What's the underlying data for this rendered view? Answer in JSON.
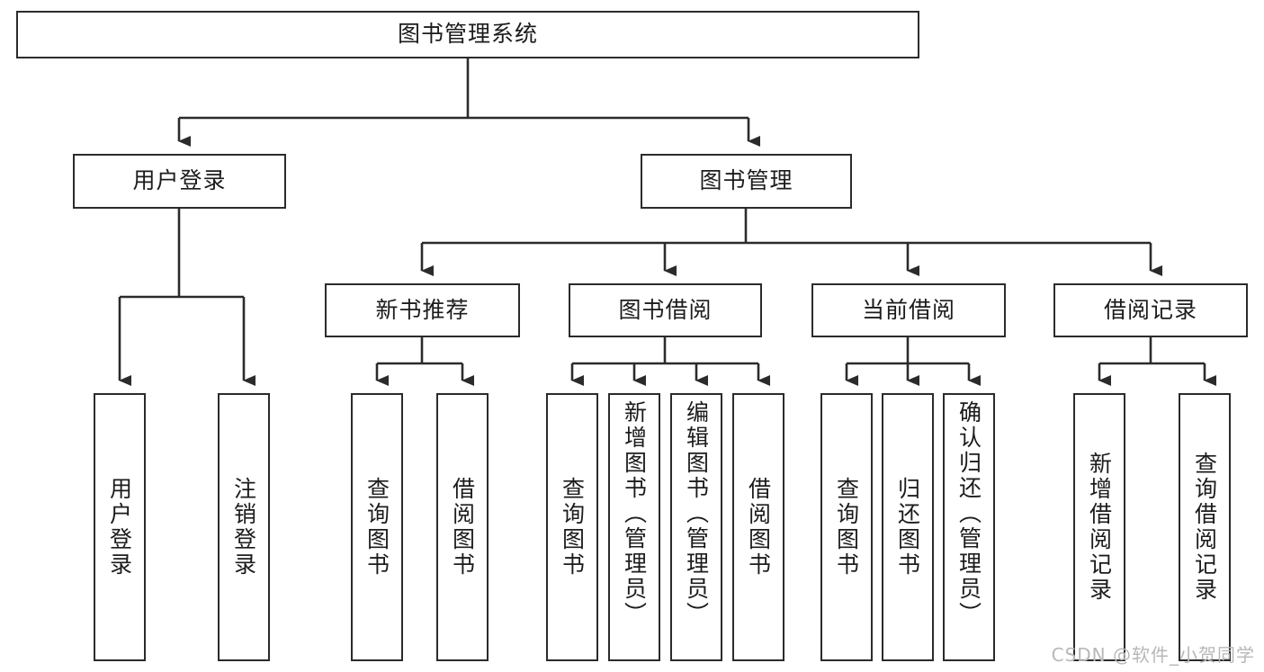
{
  "diagram": {
    "title": "图书管理系统",
    "type": "tree-hierarchy-chart",
    "watermark": "CSDN @软件_小贺同学",
    "colors": {
      "stroke": "#2b2b2b",
      "fill": "#ffffff",
      "text": "#1c1c1c",
      "watermark": "#b8b8b8"
    },
    "root": {
      "label": "图书管理系统"
    },
    "level2": [
      {
        "label": "用户登录"
      },
      {
        "label": "图书管理"
      }
    ],
    "level3": [
      {
        "label": "新书推荐"
      },
      {
        "label": "图书借阅"
      },
      {
        "label": "当前借阅"
      },
      {
        "label": "借阅记录"
      }
    ],
    "leaves": {
      "user_login": [
        {
          "label": "用户登录"
        },
        {
          "label": "注销登录"
        }
      ],
      "new_book": [
        {
          "label": "查询图书"
        },
        {
          "label": "借阅图书"
        }
      ],
      "book_borrow": [
        {
          "label": "查询图书"
        },
        {
          "label": "新增图书（管理员）"
        },
        {
          "label": "编辑图书（管理员）"
        },
        {
          "label": "借阅图书"
        }
      ],
      "current_borrow": [
        {
          "label": "查询图书"
        },
        {
          "label": "归还图书"
        },
        {
          "label": "确认归还（管理员）"
        }
      ],
      "borrow_record": [
        {
          "label": "新增借阅记录"
        },
        {
          "label": "查询借阅记录"
        }
      ]
    }
  }
}
